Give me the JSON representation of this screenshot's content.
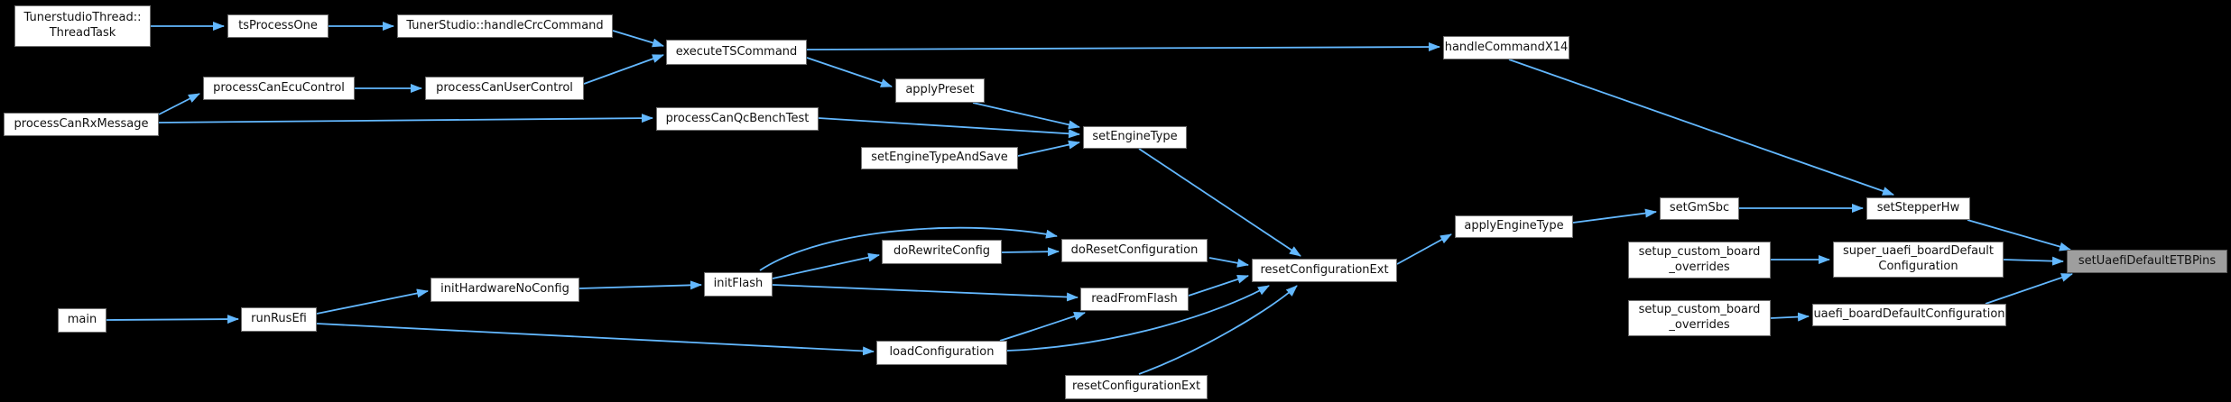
{
  "diagram": {
    "type": "call-graph",
    "colors": {
      "background": "#000000",
      "edge": "#63b8ff",
      "node_fill": "#ffffff",
      "node_border": "#6f6f6f",
      "highlight_fill": "#9e9e9e"
    },
    "nodes": [
      {
        "id": "tunerstudio-thread-task",
        "label": "TunerstudioThread::\nThreadTask"
      },
      {
        "id": "ts-process-one",
        "label": "tsProcessOne"
      },
      {
        "id": "tunerstudio-handle-crc-command",
        "label": "TunerStudio::handleCrcCommand"
      },
      {
        "id": "process-can-ecu-control",
        "label": "processCanEcuControl"
      },
      {
        "id": "process-can-user-control",
        "label": "processCanUserControl"
      },
      {
        "id": "process-can-rx-message",
        "label": "processCanRxMessage"
      },
      {
        "id": "execute-ts-command",
        "label": "executeTSCommand"
      },
      {
        "id": "apply-preset",
        "label": "applyPreset"
      },
      {
        "id": "handle-command-x14",
        "label": "handleCommandX14"
      },
      {
        "id": "process-can-qc-bench-test",
        "label": "processCanQcBenchTest"
      },
      {
        "id": "set-engine-type-and-save",
        "label": "setEngineTypeAndSave"
      },
      {
        "id": "set-engine-type",
        "label": "setEngineType"
      },
      {
        "id": "init-hardware-no-config",
        "label": "initHardwareNoConfig"
      },
      {
        "id": "init-flash",
        "label": "initFlash"
      },
      {
        "id": "do-rewrite-config",
        "label": "doRewriteConfig"
      },
      {
        "id": "do-reset-configuration",
        "label": "doResetConfiguration"
      },
      {
        "id": "read-from-flash",
        "label": "readFromFlash"
      },
      {
        "id": "reset-configuration-ext",
        "label": "resetConfigurationExt"
      },
      {
        "id": "main",
        "label": "main"
      },
      {
        "id": "run-rus-efi",
        "label": "runRusEfi"
      },
      {
        "id": "load-configuration",
        "label": "loadConfiguration"
      },
      {
        "id": "reset-configuration-ext-2",
        "label": "resetConfigurationExt"
      },
      {
        "id": "apply-engine-type",
        "label": "applyEngineType"
      },
      {
        "id": "set-gm-sbc",
        "label": "setGmSbc"
      },
      {
        "id": "set-stepper-hw",
        "label": "setStepperHw"
      },
      {
        "id": "setup-custom-board-overrides-1",
        "label": "setup_custom_board\n_overrides"
      },
      {
        "id": "super-uaefi-board-default-configuration",
        "label": "super_uaefi_boardDefault\nConfiguration"
      },
      {
        "id": "setup-custom-board-overrides-2",
        "label": "setup_custom_board\n_overrides"
      },
      {
        "id": "uaefi-board-default-configuration",
        "label": "uaefi_boardDefaultConfiguration"
      },
      {
        "id": "set-uaefi-default-etb-pins",
        "label": "setUaefiDefaultETBPins",
        "highlighted": true
      }
    ],
    "edges": [
      {
        "from": "tunerstudio-thread-task",
        "to": "ts-process-one"
      },
      {
        "from": "ts-process-one",
        "to": "tunerstudio-handle-crc-command"
      },
      {
        "from": "tunerstudio-handle-crc-command",
        "to": "execute-ts-command"
      },
      {
        "from": "process-can-rx-message",
        "to": "process-can-ecu-control"
      },
      {
        "from": "process-can-ecu-control",
        "to": "process-can-user-control"
      },
      {
        "from": "process-can-user-control",
        "to": "execute-ts-command"
      },
      {
        "from": "process-can-rx-message",
        "to": "process-can-qc-bench-test"
      },
      {
        "from": "execute-ts-command",
        "to": "apply-preset"
      },
      {
        "from": "execute-ts-command",
        "to": "handle-command-x14"
      },
      {
        "from": "apply-preset",
        "to": "set-engine-type"
      },
      {
        "from": "process-can-qc-bench-test",
        "to": "set-engine-type"
      },
      {
        "from": "set-engine-type-and-save",
        "to": "set-engine-type"
      },
      {
        "from": "set-engine-type",
        "to": "reset-configuration-ext"
      },
      {
        "from": "handle-command-x14",
        "to": "set-stepper-hw"
      },
      {
        "from": "main",
        "to": "run-rus-efi"
      },
      {
        "from": "run-rus-efi",
        "to": "init-hardware-no-config"
      },
      {
        "from": "run-rus-efi",
        "to": "load-configuration"
      },
      {
        "from": "init-hardware-no-config",
        "to": "init-flash"
      },
      {
        "from": "init-flash",
        "to": "do-rewrite-config"
      },
      {
        "from": "init-flash",
        "to": "do-reset-configuration"
      },
      {
        "from": "init-flash",
        "to": "read-from-flash"
      },
      {
        "from": "do-rewrite-config",
        "to": "do-reset-configuration"
      },
      {
        "from": "do-reset-configuration",
        "to": "reset-configuration-ext"
      },
      {
        "from": "read-from-flash",
        "to": "reset-configuration-ext"
      },
      {
        "from": "load-configuration",
        "to": "read-from-flash"
      },
      {
        "from": "load-configuration",
        "to": "reset-configuration-ext"
      },
      {
        "from": "reset-configuration-ext-2",
        "to": "reset-configuration-ext"
      },
      {
        "from": "reset-configuration-ext",
        "to": "apply-engine-type"
      },
      {
        "from": "apply-engine-type",
        "to": "set-gm-sbc"
      },
      {
        "from": "set-gm-sbc",
        "to": "set-stepper-hw"
      },
      {
        "from": "set-stepper-hw",
        "to": "set-uaefi-default-etb-pins"
      },
      {
        "from": "setup-custom-board-overrides-1",
        "to": "super-uaefi-board-default-configuration"
      },
      {
        "from": "super-uaefi-board-default-configuration",
        "to": "set-uaefi-default-etb-pins"
      },
      {
        "from": "setup-custom-board-overrides-2",
        "to": "uaefi-board-default-configuration"
      },
      {
        "from": "uaefi-board-default-configuration",
        "to": "set-uaefi-default-etb-pins"
      }
    ]
  }
}
